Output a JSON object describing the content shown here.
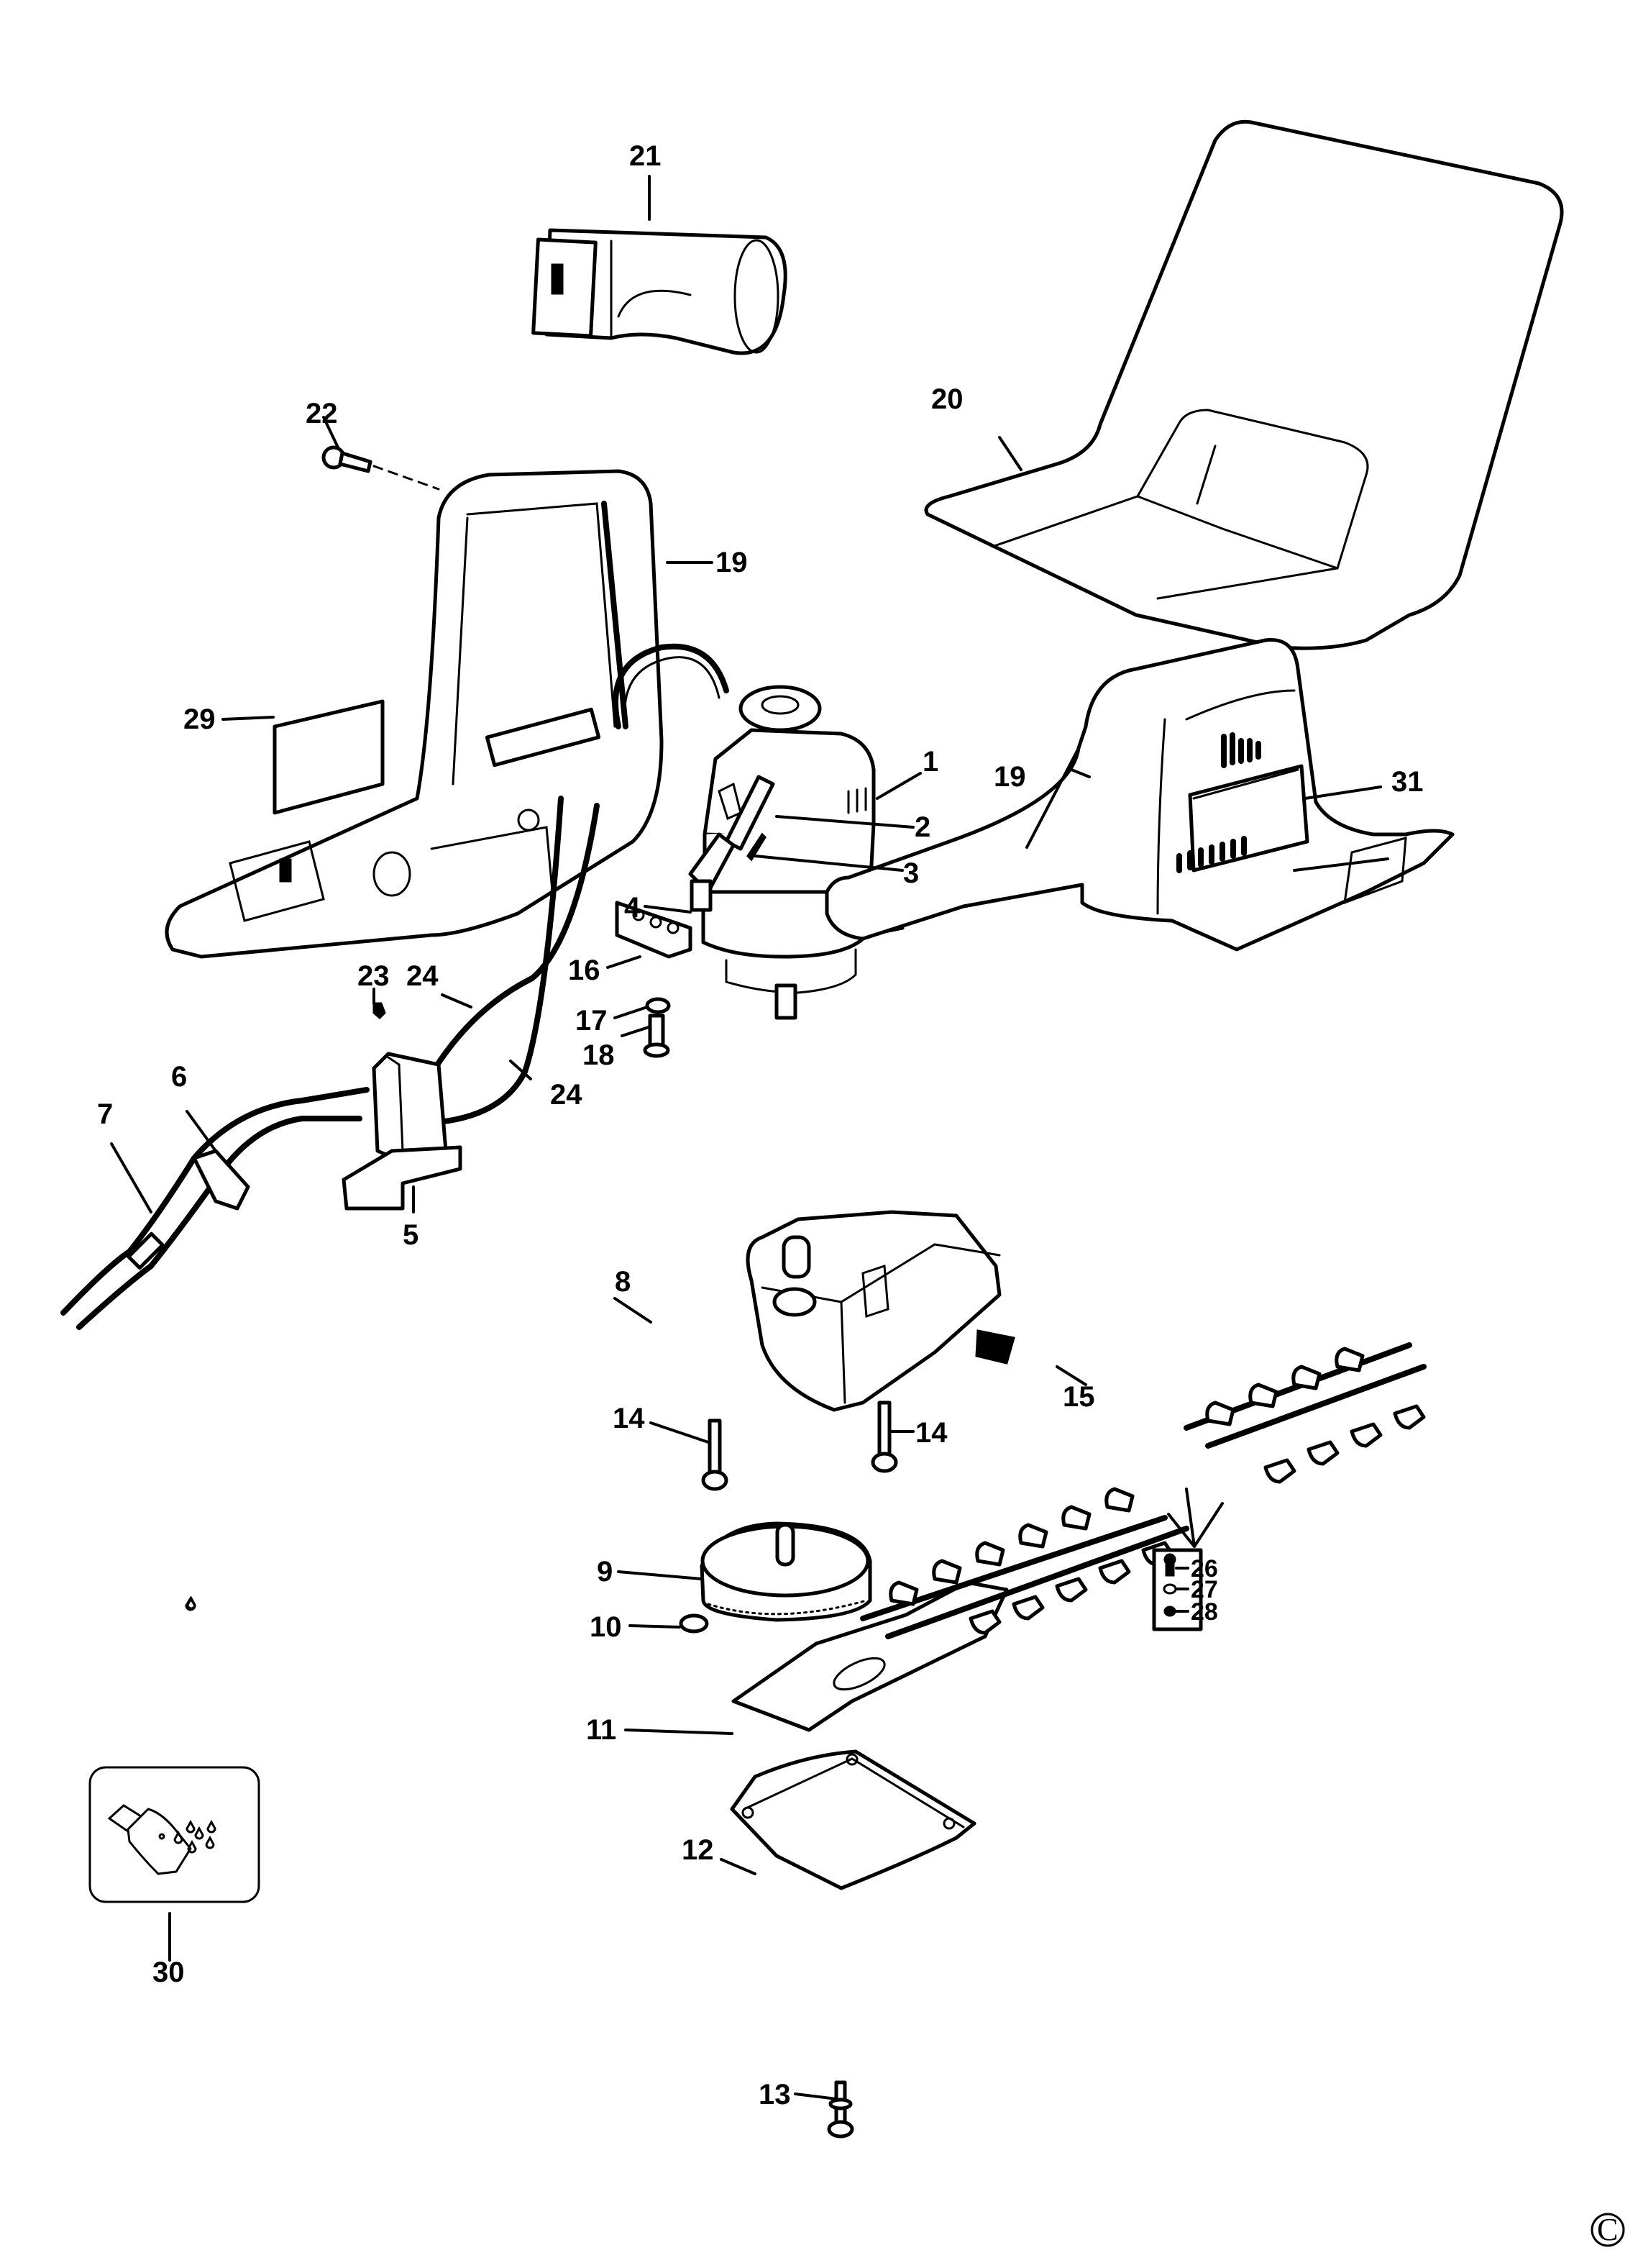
{
  "diagram": {
    "type": "exploded-parts-diagram",
    "subject": "electric hedge trimmer",
    "copyright_symbol": "C",
    "parts": [
      {
        "id": "p1",
        "number": "1"
      },
      {
        "id": "p2",
        "number": "2"
      },
      {
        "id": "p3",
        "number": "3"
      },
      {
        "id": "p4",
        "number": "4"
      },
      {
        "id": "p5",
        "number": "5"
      },
      {
        "id": "p6",
        "number": "6"
      },
      {
        "id": "p7",
        "number": "7"
      },
      {
        "id": "p8",
        "number": "8"
      },
      {
        "id": "p9",
        "number": "9"
      },
      {
        "id": "p10",
        "number": "10"
      },
      {
        "id": "p11",
        "number": "11"
      },
      {
        "id": "p12",
        "number": "12"
      },
      {
        "id": "p13",
        "number": "13"
      },
      {
        "id": "p14a",
        "number": "14"
      },
      {
        "id": "p14b",
        "number": "14"
      },
      {
        "id": "p15",
        "number": "15"
      },
      {
        "id": "p16",
        "number": "16"
      },
      {
        "id": "p17",
        "number": "17"
      },
      {
        "id": "p18",
        "number": "18"
      },
      {
        "id": "p19a",
        "number": "19"
      },
      {
        "id": "p19b",
        "number": "19"
      },
      {
        "id": "p20",
        "number": "20"
      },
      {
        "id": "p21",
        "number": "21"
      },
      {
        "id": "p22",
        "number": "22"
      },
      {
        "id": "p23",
        "number": "23"
      },
      {
        "id": "p24a",
        "number": "24"
      },
      {
        "id": "p24b",
        "number": "24"
      },
      {
        "id": "p26",
        "number": "26"
      },
      {
        "id": "p27",
        "number": "27"
      },
      {
        "id": "p28",
        "number": "28"
      },
      {
        "id": "p29",
        "number": "29"
      },
      {
        "id": "p30",
        "number": "30"
      },
      {
        "id": "p31",
        "number": "31"
      }
    ]
  }
}
